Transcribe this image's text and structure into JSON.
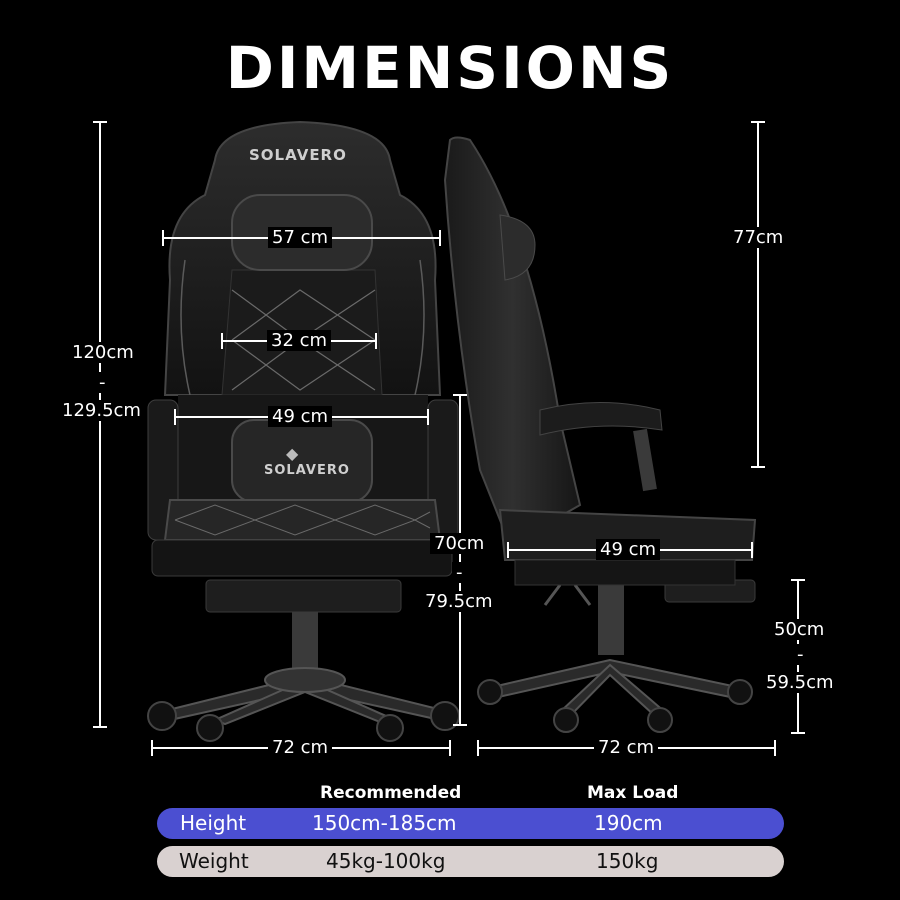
{
  "title": "DIMENSIONS",
  "brand": "SOLAVERO",
  "front": {
    "backrest_width": "57 cm",
    "inner_back_width": "32 cm",
    "seat_width": "49 cm",
    "total_height_min": "120cm",
    "total_height_dash": "-",
    "total_height_max": "129.5cm",
    "armrest_height_min": "70cm",
    "armrest_height_dash": "-",
    "armrest_height_max": "79.5cm",
    "base_width": "72 cm"
  },
  "side": {
    "back_height": "77cm",
    "seat_depth": "49 cm",
    "seat_height_min": "50cm",
    "seat_height_dash": "-",
    "seat_height_max": "59.5cm",
    "base_width": "72 cm"
  },
  "table": {
    "col_recommended": "Recommended",
    "col_max": "Max Load",
    "rows": [
      {
        "label": "Height",
        "recommended": "150cm-185cm",
        "max": "190cm",
        "color": "#4b4fd1",
        "text_color": "#ffffff"
      },
      {
        "label": "Weight",
        "recommended": "45kg-100kg",
        "max": "150kg",
        "color": "#d9d1d0",
        "text_color": "#111111"
      }
    ]
  }
}
